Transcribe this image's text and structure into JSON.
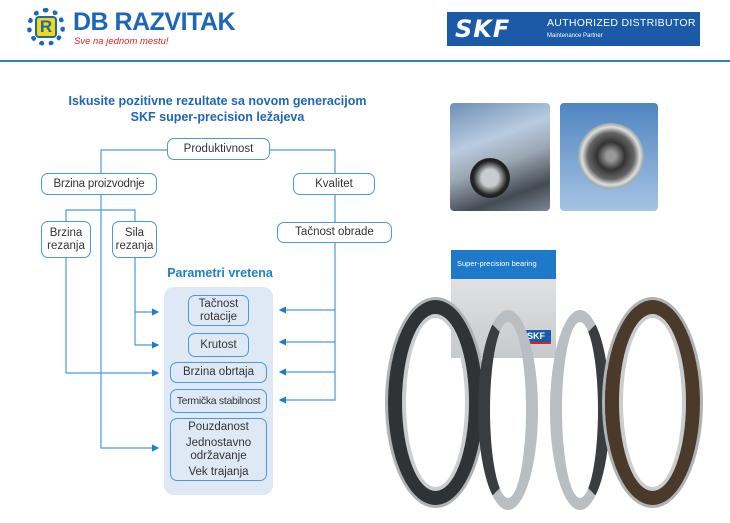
{
  "header": {
    "brand": "DB RAZVITAK",
    "logo_letter": "R",
    "tagline": "Sve na jednom mestu!",
    "skf_logo": "SKF",
    "authorized": "AUTHORIZED DISTRIBUTOR",
    "partner": "Maintenance Partner"
  },
  "headline": {
    "line1": "Iskusite pozitivne rezultate sa novom generacijom",
    "line2": "SKF super-precision ležajeva"
  },
  "diagram": {
    "productivity": "Produktivnost",
    "production_speed": "Brzina proizvodnje",
    "quality": "Kvalitet",
    "cutting_speed": {
      "line1": "Brzina",
      "line2": "rezanja"
    },
    "cutting_force": {
      "line1": "Sila",
      "line2": "rezanja"
    },
    "machining_accuracy": "Tačnost obrade",
    "panel_title": "Parametri vretena",
    "params": {
      "rotation_accuracy": {
        "line1": "Tačnost",
        "line2": "rotacije"
      },
      "stiffness": "Krutost",
      "speed": "Brzina obrtaja",
      "thermal": "Termička stabilnost",
      "reliability": "Pouzdanost",
      "maintenance": {
        "line1": "Jednostavno",
        "line2": "održavanje"
      },
      "lifetime": "Vek trajanja"
    }
  },
  "product": {
    "box_label": "Super-precision bearing",
    "box_logo": "SKF"
  },
  "colors": {
    "brand_blue": "#1d67b7",
    "line_blue": "#4a9ad8",
    "panel": "#dfe8f5",
    "tag_red": "#e0251b"
  }
}
